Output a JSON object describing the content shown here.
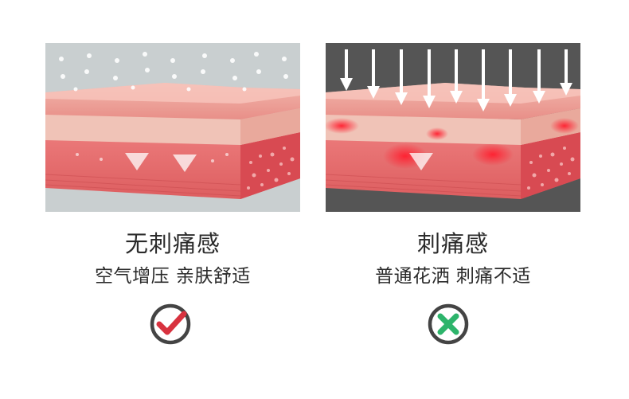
{
  "comparison": {
    "left": {
      "title": "无刺痛感",
      "subtitle": "空气增压 亲肤舒适",
      "verdict_icon": "check-icon",
      "accent_color": "#d8323f",
      "background_color": "#c9cfd0"
    },
    "right": {
      "title": "刺痛感",
      "subtitle": "普通花洒 刺痛不适",
      "verdict_icon": "cross-icon",
      "accent_color": "#2db46b",
      "background_color": "#555555"
    }
  }
}
